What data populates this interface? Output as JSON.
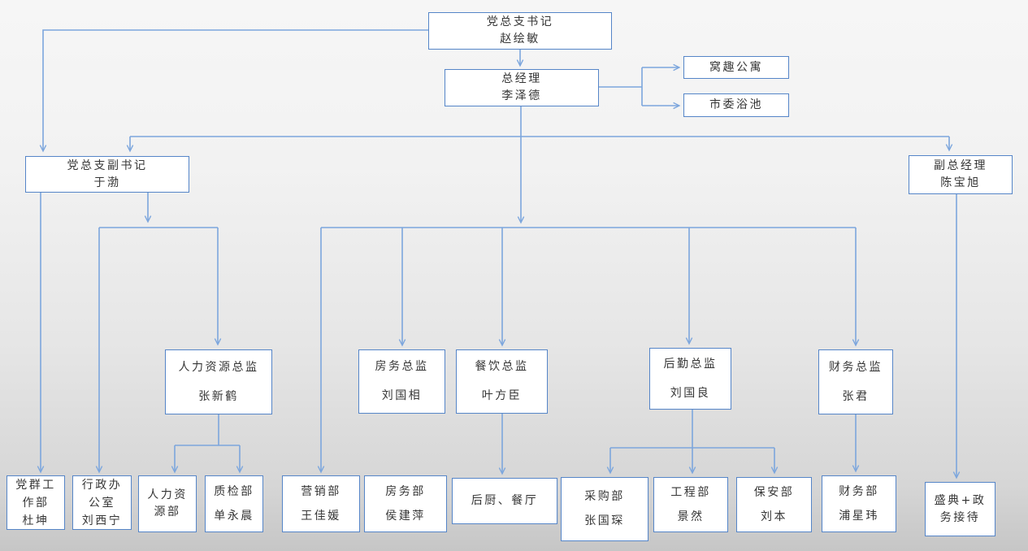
{
  "diagram": {
    "type": "org-chart",
    "language": "zh-CN"
  },
  "colors": {
    "box_border": "#5585c8",
    "connector_line": "#7ca6dd",
    "box_fill": "#ffffff",
    "text": "#363636",
    "background_top": "#f6f6f6",
    "background_bottom": "#c6c6c6"
  },
  "nodes": {
    "secretary": {
      "lines": [
        "党总支书记",
        "赵绘敏"
      ]
    },
    "general_manager": {
      "lines": [
        "总经理",
        "李泽德"
      ]
    },
    "woqu_apartment": {
      "lines": [
        "窝趣公寓"
      ]
    },
    "shiwei_bath": {
      "lines": [
        "市委浴池"
      ]
    },
    "deputy_secretary": {
      "lines": [
        "党总支副书记",
        "于渤"
      ]
    },
    "deputy_gm": {
      "lines": [
        "副总经理",
        "陈宝旭"
      ]
    },
    "hr_director": {
      "lines": [
        "人力资源总监",
        "张新鹤"
      ]
    },
    "housekeeping_director": {
      "lines": [
        "房务总监",
        "刘国相"
      ]
    },
    "fnb_director": {
      "lines": [
        "餐饮总监",
        "叶方臣"
      ]
    },
    "logistics_director": {
      "lines": [
        "后勤总监",
        "刘国良"
      ]
    },
    "finance_director": {
      "lines": [
        "财务总监",
        "张君"
      ]
    },
    "party_mass_dept": {
      "lines": [
        "党群工",
        "作部",
        "杜坤"
      ]
    },
    "admin_office": {
      "lines": [
        "行政办",
        "公室",
        "刘西宁"
      ]
    },
    "hr_dept": {
      "lines": [
        "人力资",
        "源部"
      ]
    },
    "qc_dept": {
      "lines": [
        "质检部",
        "单永晨"
      ]
    },
    "marketing_dept": {
      "lines": [
        "营销部",
        "王佳媛"
      ]
    },
    "housekeeping_dept": {
      "lines": [
        "房务部",
        "侯建萍"
      ]
    },
    "kitchen_dining": {
      "lines": [
        "后厨、餐厅"
      ]
    },
    "purchasing_dept": {
      "lines": [
        "采购部",
        "张国琛"
      ]
    },
    "engineering_dept": {
      "lines": [
        "工程部",
        "景然"
      ]
    },
    "security_dept": {
      "lines": [
        "保安部",
        "刘本"
      ]
    },
    "finance_dept": {
      "lines": [
        "财务部",
        "浦星玮"
      ]
    },
    "events_reception": {
      "lines": [
        "盛典+政",
        "务接待"
      ]
    }
  },
  "edges": [
    {
      "from": "secretary",
      "to": "general_manager"
    },
    {
      "from": "secretary",
      "to": "deputy_secretary"
    },
    {
      "from": "general_manager",
      "to": "woqu_apartment"
    },
    {
      "from": "general_manager",
      "to": "shiwei_bath"
    },
    {
      "from": "general_manager",
      "to": "deputy_secretary"
    },
    {
      "from": "general_manager",
      "to": "deputy_gm"
    },
    {
      "from": "general_manager",
      "to": "marketing_dept"
    },
    {
      "from": "general_manager",
      "to": "housekeeping_director"
    },
    {
      "from": "general_manager",
      "to": "fnb_director"
    },
    {
      "from": "general_manager",
      "to": "logistics_director"
    },
    {
      "from": "general_manager",
      "to": "finance_director"
    },
    {
      "from": "deputy_secretary",
      "to": "party_mass_dept"
    },
    {
      "from": "deputy_secretary",
      "to": "admin_office"
    },
    {
      "from": "deputy_secretary",
      "to": "hr_director"
    },
    {
      "from": "hr_director",
      "to": "hr_dept"
    },
    {
      "from": "hr_director",
      "to": "qc_dept"
    },
    {
      "from": "fnb_director",
      "to": "kitchen_dining"
    },
    {
      "from": "logistics_director",
      "to": "purchasing_dept"
    },
    {
      "from": "logistics_director",
      "to": "engineering_dept"
    },
    {
      "from": "logistics_director",
      "to": "security_dept"
    },
    {
      "from": "finance_director",
      "to": "finance_dept"
    },
    {
      "from": "deputy_gm",
      "to": "events_reception"
    }
  ]
}
